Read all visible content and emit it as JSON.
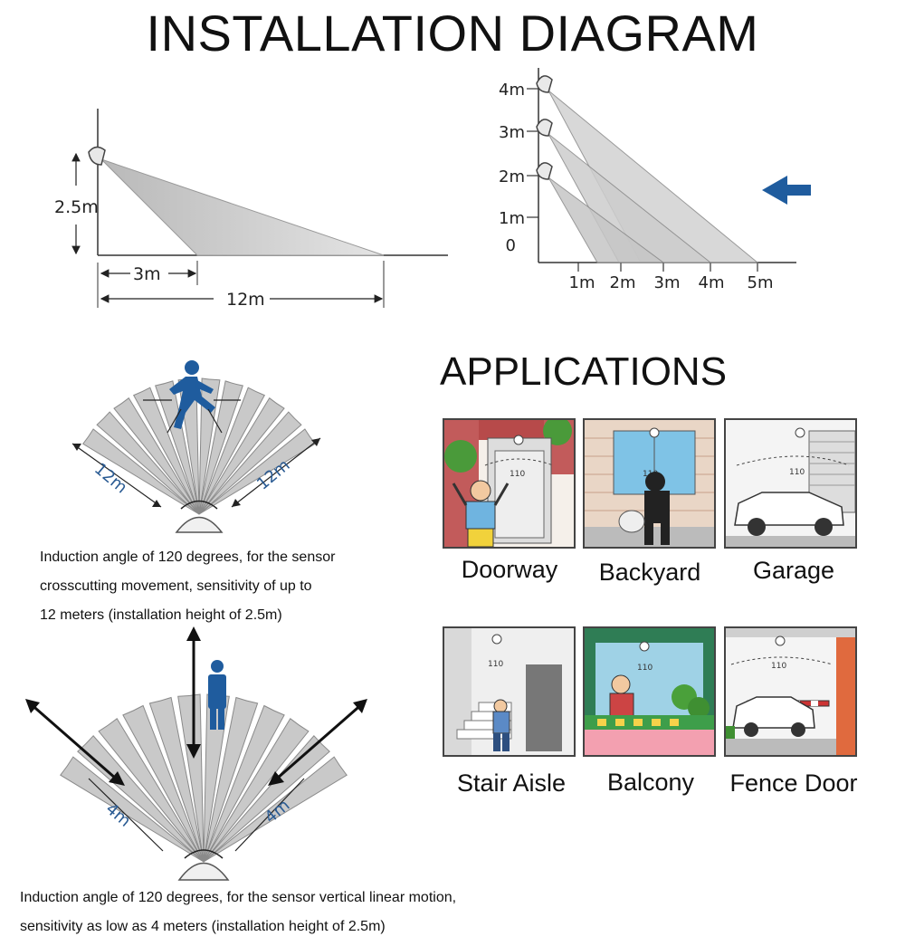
{
  "title": "INSTALLATION DIAGRAM",
  "side_view": {
    "height_label": "2.5m",
    "near_label": "3m",
    "far_label": "12m"
  },
  "height_chart": {
    "y_labels": [
      "4m",
      "3m",
      "2m",
      "1m",
      "0"
    ],
    "x_labels": [
      "1m",
      "2m",
      "3m",
      "4m",
      "5m"
    ]
  },
  "fan_cross": {
    "left_label": "12m",
    "right_label": "12m",
    "description_lines": [
      "Induction angle of 120 degrees, for the sensor",
      "crosscutting movement, sensitivity of up to",
      "12 meters (installation height of 2.5m)"
    ]
  },
  "fan_vertical": {
    "left_label": "4m",
    "right_label": "4m",
    "description_lines": [
      "Induction angle of 120 degrees, for the sensor vertical linear motion,",
      "sensitivity as low as 4 meters (installation height of 2.5m)"
    ]
  },
  "applications": {
    "title": "APPLICATIONS",
    "tile_marking": "110",
    "items": [
      "Doorway",
      "Backyard",
      "Garage",
      "Stair Aisle",
      "Balcony",
      "Fence Door"
    ]
  },
  "colors": {
    "accent_blue": "#1f5c9e",
    "beam_gray": "#c9c9c9"
  }
}
